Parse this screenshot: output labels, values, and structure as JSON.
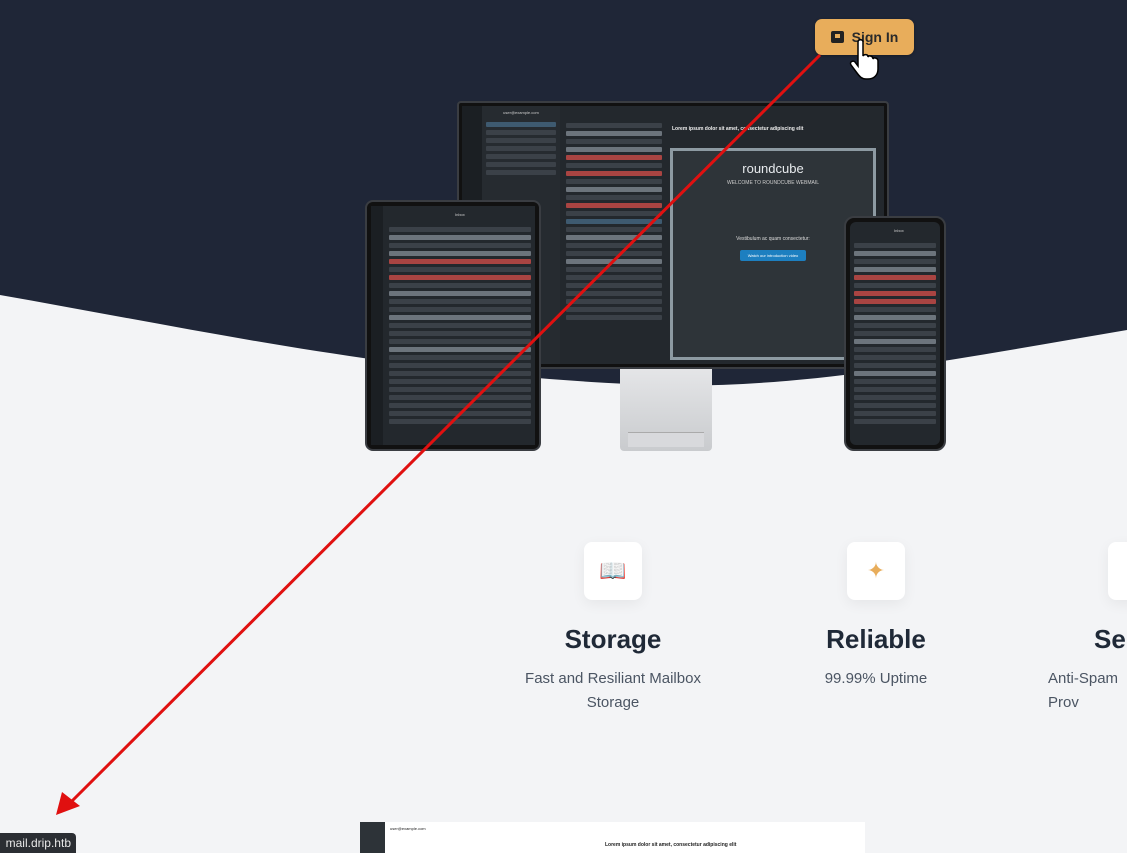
{
  "header": {
    "sign_in_label": "Sign In"
  },
  "showcase": {
    "monitor": {
      "user": "user@example.com",
      "subject": "Lorem ipsum dolor sit amet, consectetur adipiscing elit",
      "logo": "roundcube",
      "welcome": "WELCOME TO ROUNDCUBE WEBMAIL",
      "list_title": "Vestibulum ac quam consectetur:",
      "video_button": "Watch our introduction video"
    },
    "tablet": {
      "folder": "Inbox"
    },
    "phone": {
      "folder": "Inbox"
    }
  },
  "features": [
    {
      "title": "Storage",
      "description": "Fast and Resiliant Mailbox Storage",
      "icon": "book-icon"
    },
    {
      "title": "Reliable",
      "description": "99.99% Uptime",
      "icon": "puzzle-icon"
    },
    {
      "title": "Se",
      "description": "Anti-Spam Prov",
      "icon": "shield-icon"
    }
  ],
  "bottom_preview": {
    "user": "user@example.com",
    "subject": "Lorem ipsum dolor sit amet, consectetur adipiscing elit"
  },
  "status_bar": {
    "url": "mail.drip.htb"
  },
  "colors": {
    "dark_bg": "#1f2637",
    "light_bg": "#f3f4f6",
    "accent": "#e8ad5b",
    "annotation": "#e01010"
  }
}
